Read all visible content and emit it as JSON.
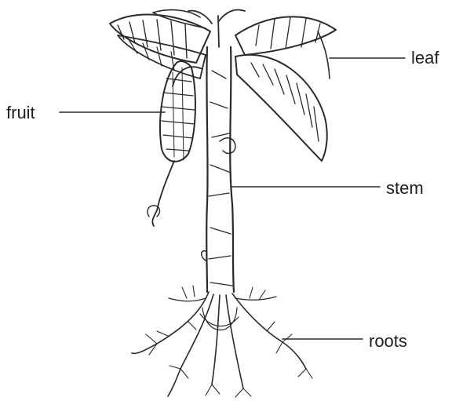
{
  "diagram": {
    "labels": {
      "leaf": "leaf",
      "fruit": "fruit",
      "stem": "stem",
      "roots": "roots"
    },
    "colors": {
      "ink": "#2a2a2a",
      "background": "#ffffff"
    }
  }
}
